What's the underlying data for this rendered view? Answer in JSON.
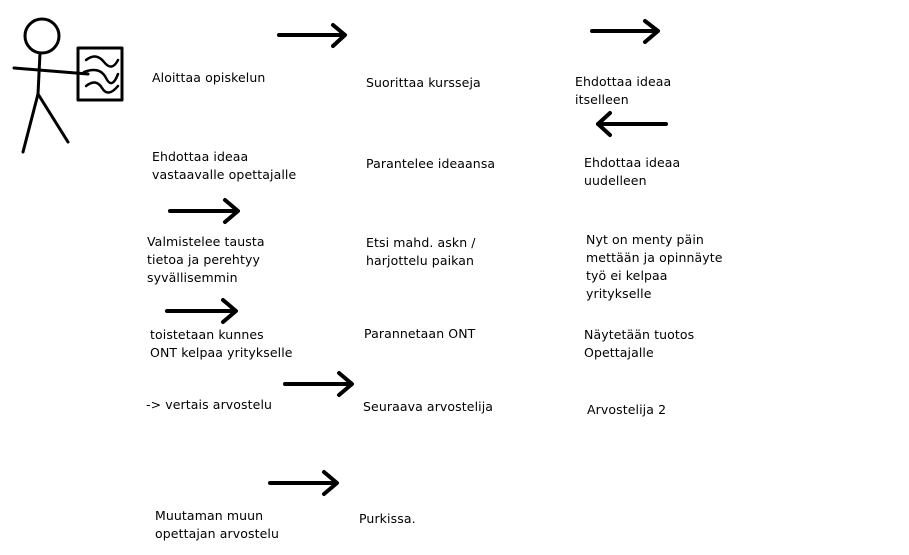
{
  "colors": {
    "ink": "#000000",
    "background": "#ffffff"
  },
  "actor": {
    "icon": "stick-figure-icon",
    "prop_icon": "scribbled-board-icon"
  },
  "labels": {
    "aloittaa": "Aloittaa opiskelun",
    "suorittaa": "Suorittaa kursseja",
    "ehdottaa_itselleen": "Ehdottaa ideaa\nitselleen",
    "ehdottaa_opettajalle": "Ehdottaa ideaa\nvastaavalle opettajalle",
    "parantelee": "Parantelee ideaansa",
    "ehdottaa_uudelleen": "Ehdottaa ideaa\nuudelleen",
    "valmistelee": "Valmistelee tausta\ntietoa ja perehtyy\nsyvällisemmin",
    "etsi": "Etsi mahd. askn /\nharjottelu paikan",
    "nyt_on": "Nyt on menty päin\nmettään ja opinnäyte\ntyö ei kelpaa\nyritykselle",
    "toistetaan": "toistetaan kunnes\nONT kelpaa yritykselle",
    "parannetaan": "Parannetaan ONT",
    "naytetaan": "Näytetään tuotos\nOpettajalle",
    "vertais": "-> vertais arvostelu",
    "seuraava": "Seuraava arvostelija",
    "arvostelija2": "Arvostelija 2",
    "muutaman": "Muutaman muun\nopettajan arvostelu",
    "purkissa": "Purkissa."
  }
}
